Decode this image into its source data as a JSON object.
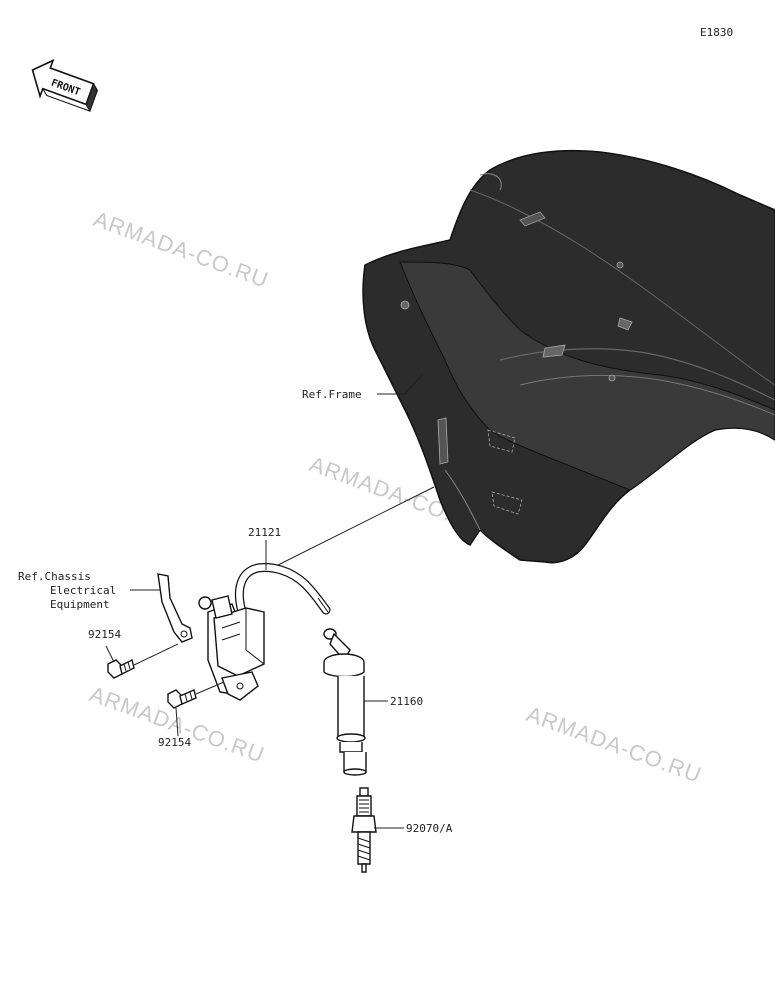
{
  "diagram_code": "E1830",
  "front_badge": "FRONT",
  "watermark_text": "ARMADA-CO.RU",
  "labels": {
    "ref_frame": "Ref.Frame",
    "ref_chassis_1": "Ref.Chassis",
    "ref_chassis_2": "Electrical",
    "ref_chassis_3": "Equipment",
    "part_21121": "21121",
    "part_21160": "21160",
    "part_92154_a": "92154",
    "part_92154_b": "92154",
    "part_92070": "92070/A"
  }
}
